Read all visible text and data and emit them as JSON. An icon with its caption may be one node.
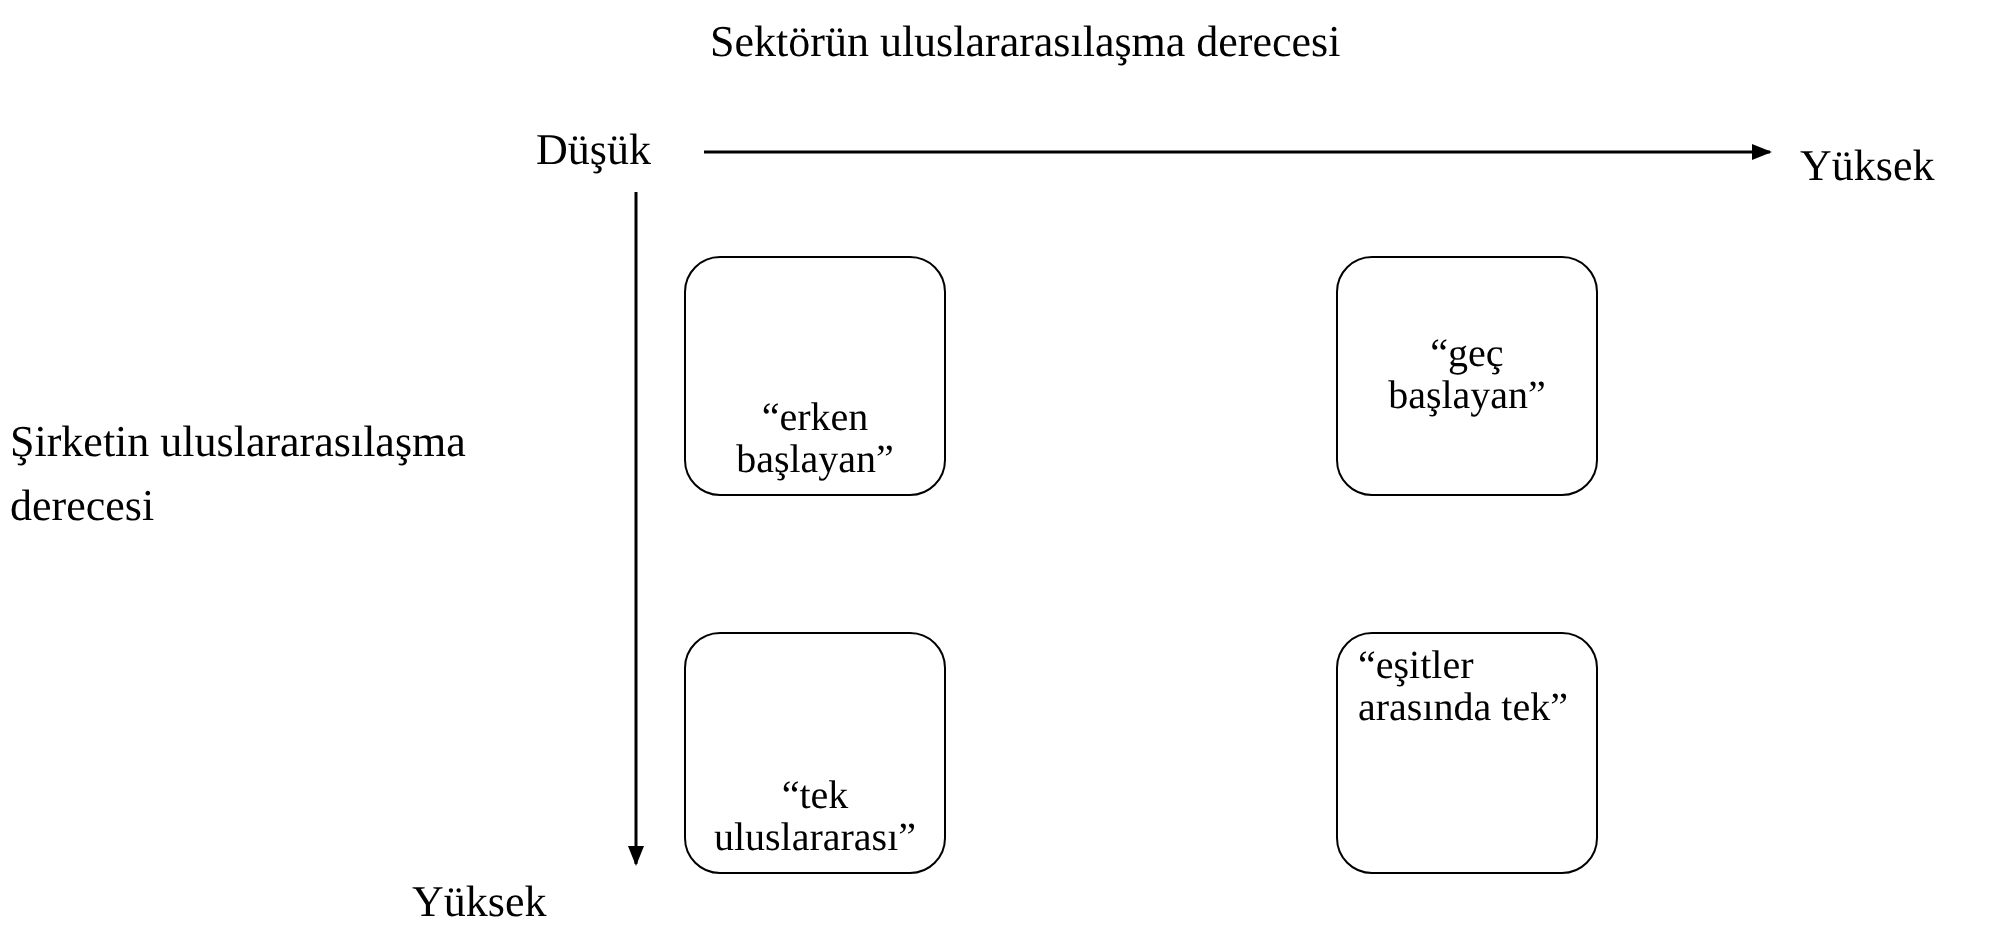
{
  "diagram": {
    "nodes": [
      {
        "text": [
          "“erken başlayan”"
        ]
      },
      {
        "text": [
          "“geç başlayan”"
        ]
      },
      {
        "text": [
          "“tek uluslararası”"
        ]
      },
      {
        "text": [
          "“eşitler arasında tek”"
        ]
      }
    ],
    "labels": [
      "Sektörün uluslararasılaşma derecesi",
      "Düşük",
      "Yüksek",
      "Şirketin uluslararasılaşma derecesi",
      "Yüksek"
    ]
  }
}
